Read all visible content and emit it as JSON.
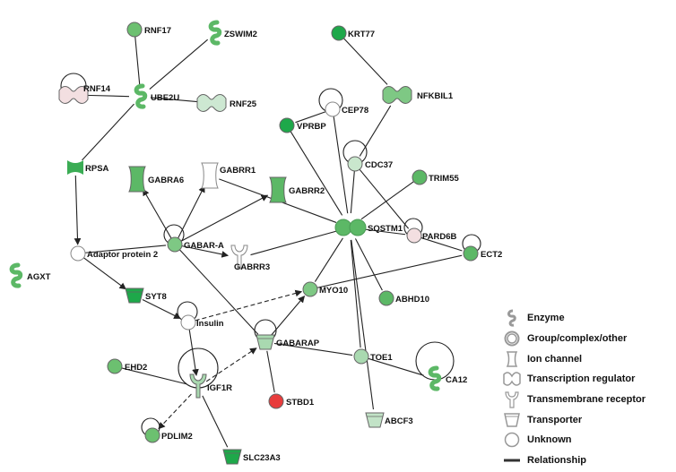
{
  "nodes": {
    "RNF17": {
      "label": "RNF17",
      "shape": "circle",
      "color": "#6cc070"
    },
    "ZSWIM2": {
      "label": "ZSWIM2",
      "shape": "enzyme",
      "color": "#5cb866"
    },
    "KRT77": {
      "label": "KRT77",
      "shape": "circle",
      "color": "#1ea84a"
    },
    "RNF14": {
      "label": "RNF14",
      "shape": "transcription",
      "color": "#f3dfe1"
    },
    "UBE2U": {
      "label": "UBE2U",
      "shape": "enzyme",
      "color": "#5cb866"
    },
    "RNF25": {
      "label": "RNF25",
      "shape": "transcription",
      "color": "#cde8d2"
    },
    "NFKBIL1": {
      "label": "NFKBIL1",
      "shape": "transcription",
      "color": "#7ec884"
    },
    "CEP78": {
      "label": "CEP78",
      "shape": "circle",
      "color": "#ffffff"
    },
    "VPRBP": {
      "label": "VPRBP",
      "shape": "circle",
      "color": "#1ea84a"
    },
    "CDC37": {
      "label": "CDC37",
      "shape": "circle",
      "color": "#c9e7cd"
    },
    "RPSA": {
      "label": "RPSA",
      "shape": "other",
      "color": "#3aac54"
    },
    "GABRA6": {
      "label": "GABRA6",
      "shape": "ion",
      "color": "#5cb866"
    },
    "GABRR1": {
      "label": "GABRR1",
      "shape": "ion",
      "color": "#ffffff"
    },
    "GABRR2": {
      "label": "GABRR2",
      "shape": "ion",
      "color": "#5cb866"
    },
    "TRIM55": {
      "label": "TRIM55",
      "shape": "circle",
      "color": "#5cb866"
    },
    "SQSTM1": {
      "label": "SQSTM1",
      "shape": "transcription",
      "color": "#5cb866"
    },
    "PARD6B": {
      "label": "PARD6B",
      "shape": "circle",
      "color": "#f3dfe1"
    },
    "ECT2": {
      "label": "ECT2",
      "shape": "circle",
      "color": "#5cb866"
    },
    "AdaptorProtein2": {
      "label": "Adaptor protein 2",
      "shape": "circle",
      "color": "#ffffff"
    },
    "GABAR_A": {
      "label": "GABAR-A",
      "shape": "circle",
      "color": "#7ec884"
    },
    "GABRR3": {
      "label": "GABRR3",
      "shape": "receptor",
      "color": "#ffffff"
    },
    "AGXT": {
      "label": "AGXT",
      "shape": "enzyme",
      "color": "#5cb866"
    },
    "SYT8": {
      "label": "SYT8",
      "shape": "transporter",
      "color": "#1ea84a"
    },
    "MYO10": {
      "label": "MYO10",
      "shape": "circle",
      "color": "#7ec884"
    },
    "ABHD10": {
      "label": "ABHD10",
      "shape": "circle",
      "color": "#5cb866"
    },
    "Insulin": {
      "label": "Insulin",
      "shape": "circle",
      "color": "#ffffff"
    },
    "GABARAP": {
      "label": "GABARAP",
      "shape": "transporter",
      "color": "#a9d9b0"
    },
    "TOE1": {
      "label": "TOE1",
      "shape": "circle",
      "color": "#a9d9b0"
    },
    "EHD2": {
      "label": "EHD2",
      "shape": "circle",
      "color": "#6cc070"
    },
    "IGF1R": {
      "label": "IGF1R",
      "shape": "receptor",
      "color": "#a9d9b0"
    },
    "CA12": {
      "label": "CA12",
      "shape": "enzyme",
      "color": "#5cb866"
    },
    "STBD1": {
      "label": "STBD1",
      "shape": "circle",
      "color": "#e83c3c"
    },
    "ABCF3": {
      "label": "ABCF3",
      "shape": "transporter",
      "color": "#c2e3c7"
    },
    "PDLIM2": {
      "label": "PDLIM2",
      "shape": "circle",
      "color": "#6cc070"
    },
    "SLC23A3": {
      "label": "SLC23A3",
      "shape": "transporter",
      "color": "#1ea84a"
    }
  },
  "edges": [
    {
      "from": "RNF17",
      "to": "UBE2U",
      "style": "solid"
    },
    {
      "from": "ZSWIM2",
      "to": "UBE2U",
      "style": "solid"
    },
    {
      "from": "RNF14",
      "to": "UBE2U",
      "style": "solid"
    },
    {
      "from": "UBE2U",
      "to": "RNF25",
      "style": "solid"
    },
    {
      "from": "UBE2U",
      "to": "RPSA",
      "style": "solid"
    },
    {
      "from": "RPSA",
      "to": "AdaptorProtein2",
      "style": "solid",
      "arrow": true
    },
    {
      "from": "KRT77",
      "to": "NFKBIL1",
      "style": "solid"
    },
    {
      "from": "NFKBIL1",
      "to": "CDC37",
      "style": "solid"
    },
    {
      "from": "CEP78",
      "to": "VPRBP",
      "style": "solid"
    },
    {
      "from": "CEP78",
      "to": "SQSTM1",
      "style": "solid"
    },
    {
      "from": "VPRBP",
      "to": "SQSTM1",
      "style": "solid"
    },
    {
      "from": "CDC37",
      "to": "SQSTM1",
      "style": "solid"
    },
    {
      "from": "CDC37",
      "to": "PARD6B",
      "style": "solid"
    },
    {
      "from": "TRIM55",
      "to": "SQSTM1",
      "style": "solid"
    },
    {
      "from": "GABRR1",
      "to": "SQSTM1",
      "style": "solid"
    },
    {
      "from": "SQSTM1",
      "to": "PARD6B",
      "style": "solid"
    },
    {
      "from": "PARD6B",
      "to": "ECT2",
      "style": "solid"
    },
    {
      "from": "SQSTM1",
      "to": "GABRR3",
      "style": "solid"
    },
    {
      "from": "SQSTM1",
      "to": "MYO10",
      "style": "solid"
    },
    {
      "from": "SQSTM1",
      "to": "ABHD10",
      "style": "solid"
    },
    {
      "from": "SQSTM1",
      "to": "TOE1",
      "style": "solid"
    },
    {
      "from": "SQSTM1",
      "to": "ABCF3",
      "style": "solid"
    },
    {
      "from": "GABAR_A",
      "to": "GABRA6",
      "style": "solid",
      "arrow": true
    },
    {
      "from": "GABAR_A",
      "to": "GABRR1",
      "style": "solid",
      "arrow": true
    },
    {
      "from": "GABAR_A",
      "to": "GABRR2",
      "style": "solid",
      "arrow": true
    },
    {
      "from": "GABAR_A",
      "to": "GABRR3",
      "style": "solid",
      "arrow": true
    },
    {
      "from": "AdaptorProtein2",
      "to": "GABAR_A",
      "style": "solid"
    },
    {
      "from": "AdaptorProtein2",
      "to": "SYT8",
      "style": "solid",
      "arrow": true
    },
    {
      "from": "GABAR_A",
      "to": "GABARAP",
      "style": "solid"
    },
    {
      "from": "SYT8",
      "to": "Insulin",
      "style": "solid",
      "arrow": true
    },
    {
      "from": "Insulin",
      "to": "MYO10",
      "style": "dashed",
      "arrow": true
    },
    {
      "from": "Insulin",
      "to": "IGF1R",
      "style": "solid",
      "arrow": true
    },
    {
      "from": "GABARAP",
      "to": "MYO10",
      "style": "solid",
      "arrow": true
    },
    {
      "from": "GABARAP",
      "to": "TOE1",
      "style": "solid"
    },
    {
      "from": "GABARAP",
      "to": "STBD1",
      "style": "solid"
    },
    {
      "from": "IGF1R",
      "to": "GABARAP",
      "style": "dashed",
      "arrow": true
    },
    {
      "from": "EHD2",
      "to": "IGF1R",
      "style": "solid"
    },
    {
      "from": "IGF1R",
      "to": "PDLIM2",
      "style": "dashed",
      "arrow": true
    },
    {
      "from": "IGF1R",
      "to": "SLC23A3",
      "style": "solid"
    },
    {
      "from": "TOE1",
      "to": "CA12",
      "style": "solid"
    },
    {
      "from": "MYO10",
      "to": "ECT2",
      "style": "solid"
    }
  ],
  "legend": [
    {
      "label": "Enzyme",
      "icon": "enzyme-icon"
    },
    {
      "label": "Group/complex/other",
      "icon": "group-complex-icon"
    },
    {
      "label": "Ion channel",
      "icon": "ion-channel-icon"
    },
    {
      "label": "Transcription regulator",
      "icon": "transcription-regulator-icon"
    },
    {
      "label": "Transmembrane receptor",
      "icon": "transmembrane-receptor-icon"
    },
    {
      "label": "Transporter",
      "icon": "transporter-icon"
    },
    {
      "label": "Unknown",
      "icon": "unknown-icon"
    },
    {
      "label": "Relationship",
      "icon": "relationship-icon"
    }
  ]
}
